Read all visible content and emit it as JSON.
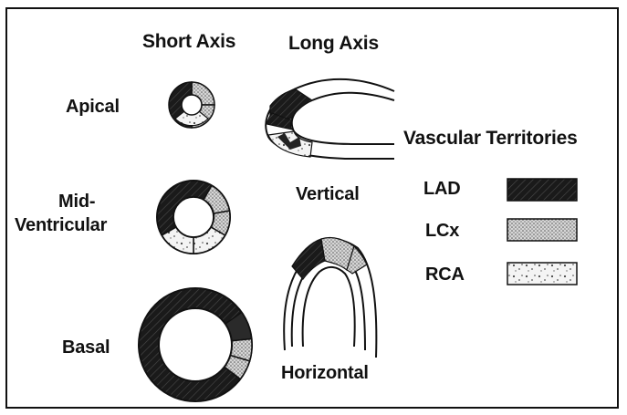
{
  "headers": {
    "short_axis": "Short Axis",
    "long_axis": "Long Axis"
  },
  "rows": {
    "apical": "Apical",
    "mid_ventricular_line1": "Mid-",
    "mid_ventricular_line2": "Ventricular",
    "basal": "Basal"
  },
  "long_axis_views": {
    "vertical": "Vertical",
    "horizontal": "Horizontal"
  },
  "legend": {
    "title": "Vascular Territories",
    "items": [
      {
        "label": "LAD",
        "pattern": "dark-hatch"
      },
      {
        "label": "LCx",
        "pattern": "fine-stipple"
      },
      {
        "label": "RCA",
        "pattern": "sparse-speckle"
      }
    ]
  },
  "colors": {
    "ink": "#111111",
    "lad_fill": "#1a1a1a",
    "lcx_fill": "#bdbdbd",
    "rca_fill": "#f2f2f2",
    "background": "#ffffff"
  }
}
